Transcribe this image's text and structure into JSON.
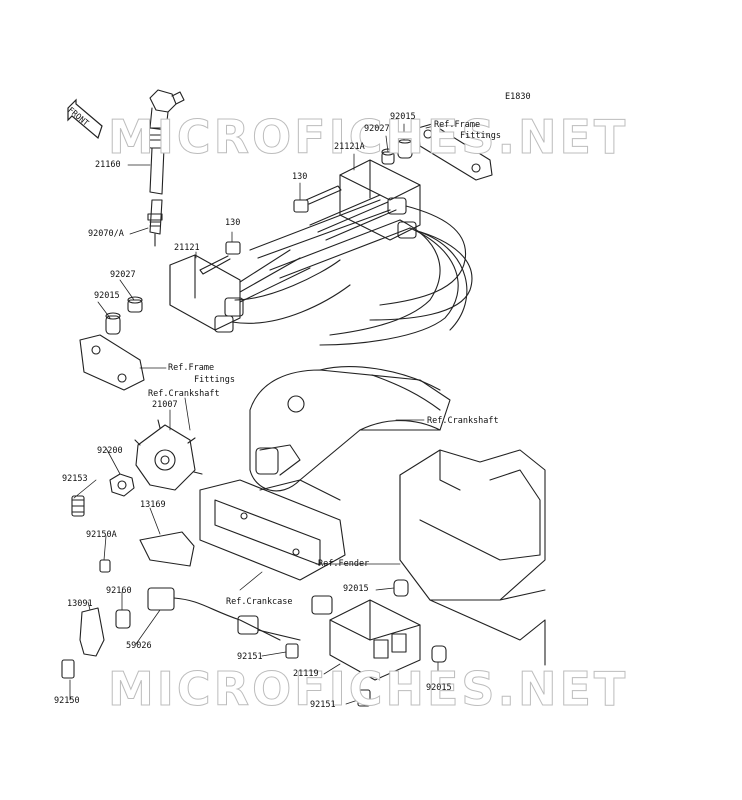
{
  "diagram_code": "E1830",
  "watermark": "MICROFICHES.NET",
  "front_label": "FRONT",
  "parts": [
    {
      "id": "p21160",
      "label": "21160"
    },
    {
      "id": "p92070A",
      "label": "92070/A"
    },
    {
      "id": "p130a",
      "label": "130"
    },
    {
      "id": "p21121",
      "label": "21121"
    },
    {
      "id": "p92027a",
      "label": "92027"
    },
    {
      "id": "p92015a",
      "label": "92015"
    },
    {
      "id": "p130b",
      "label": "130"
    },
    {
      "id": "p21121A",
      "label": "21121A"
    },
    {
      "id": "p92027b",
      "label": "92027"
    },
    {
      "id": "p92015b",
      "label": "92015"
    },
    {
      "id": "p21007",
      "label": "21007"
    },
    {
      "id": "p92200",
      "label": "92200"
    },
    {
      "id": "p92153",
      "label": "92153"
    },
    {
      "id": "p13169",
      "label": "13169"
    },
    {
      "id": "p92150A",
      "label": "92150A"
    },
    {
      "id": "p92160",
      "label": "92160"
    },
    {
      "id": "p13091",
      "label": "13091"
    },
    {
      "id": "p59026",
      "label": "59026"
    },
    {
      "id": "p92150",
      "label": "92150"
    },
    {
      "id": "p92015c",
      "label": "92015"
    },
    {
      "id": "p92151a",
      "label": "92151"
    },
    {
      "id": "p21119",
      "label": "21119"
    },
    {
      "id": "p92015d",
      "label": "92015"
    },
    {
      "id": "p92151b",
      "label": "92151"
    }
  ],
  "references": {
    "frame_fittings_top_1": "Ref.Frame",
    "frame_fittings_top_2": "Fittings",
    "frame_fittings_left_1": "Ref.Frame",
    "frame_fittings_left_2": "Fittings",
    "crankshaft_left": "Ref.Crankshaft",
    "crankshaft_right": "Ref.Crankshaft",
    "fender": "Ref.Fender",
    "crankcase": "Ref.Crankcase"
  }
}
